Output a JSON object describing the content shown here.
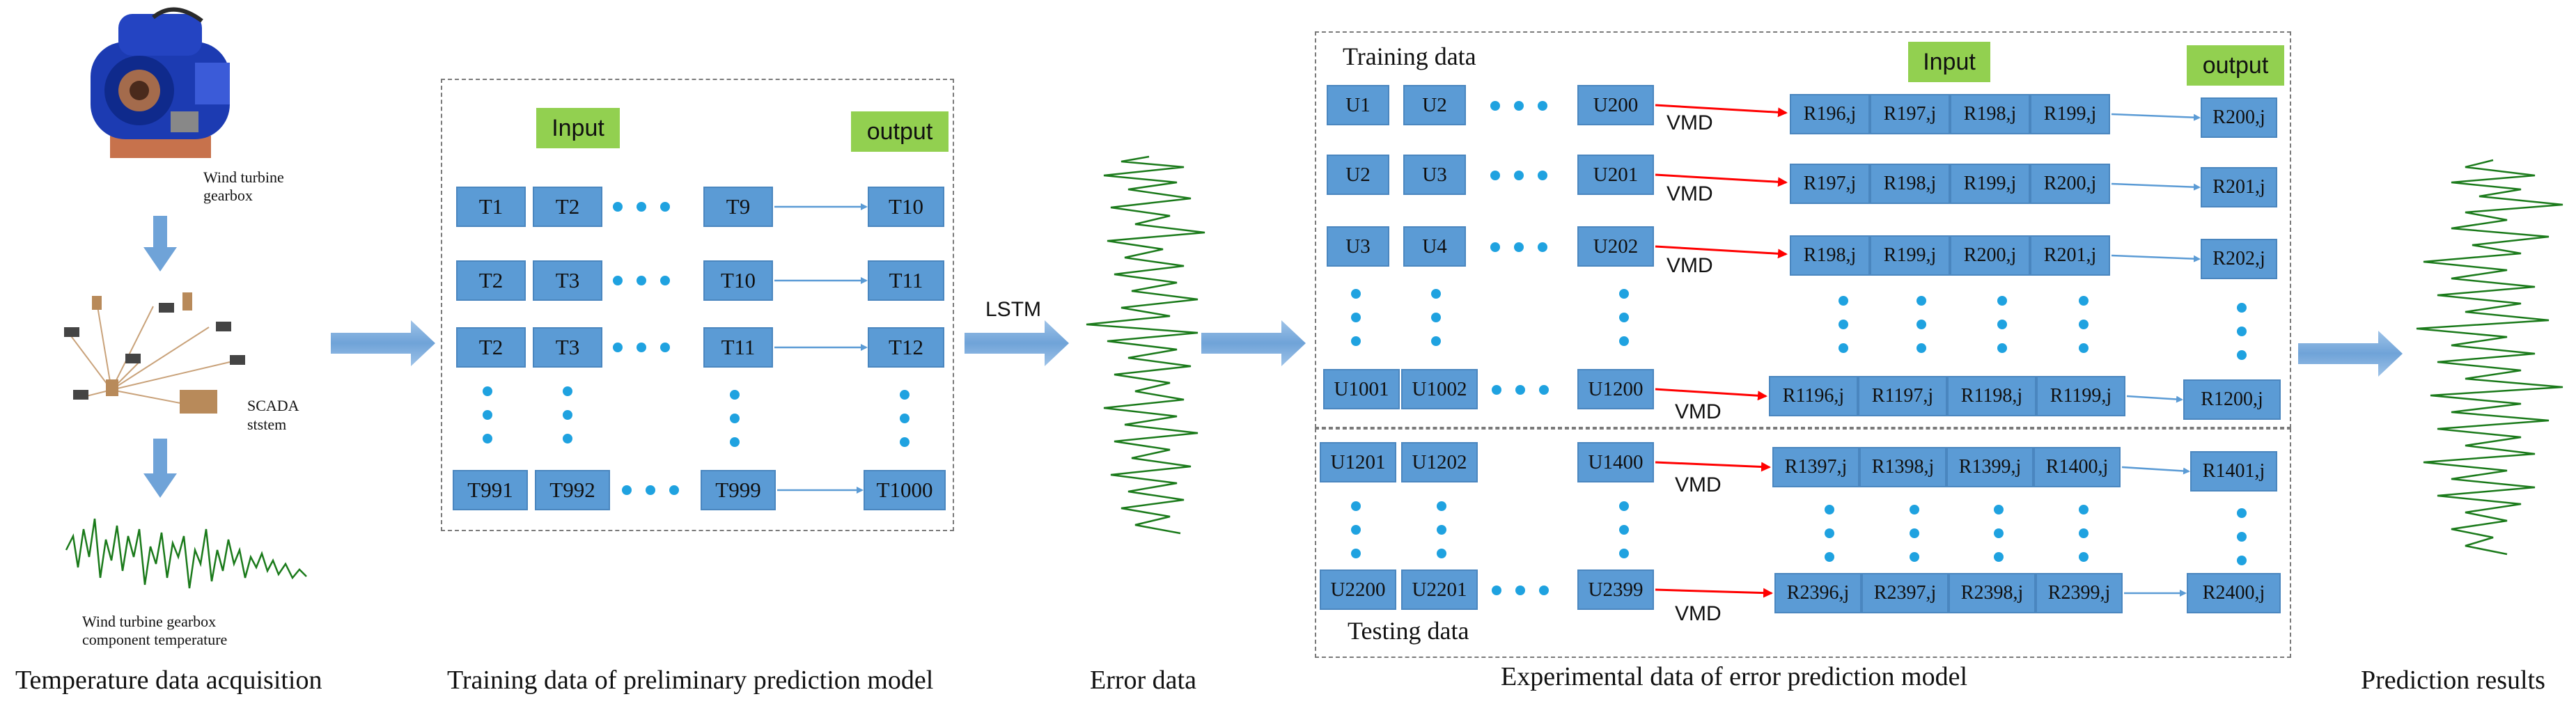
{
  "sections": {
    "temperature": "Temperature data acquisition",
    "training": "Training data of preliminary prediction model",
    "error": "Error data",
    "experimental": "Experimental data of error prediction model",
    "prediction": "Prediction results"
  },
  "acquisition": {
    "gearbox_label_1": "Wind turbine",
    "gearbox_label_2": "gearbox",
    "scada_label_1": "SCADA",
    "scada_label_2": "ststem",
    "temp_label_1": "Wind turbine gearbox",
    "temp_label_2": "component temperature"
  },
  "preliminary": {
    "input": "Input",
    "output": "output",
    "rows": [
      [
        "T1",
        "T2",
        "T9",
        "T10"
      ],
      [
        "T2",
        "T3",
        "T10",
        "T11"
      ],
      [
        "T2",
        "T3",
        "T11",
        "T12"
      ],
      [
        "T991",
        "T992",
        "T999",
        "T1000"
      ]
    ]
  },
  "lstm": "LSTM",
  "experimental": {
    "training_data": "Training data",
    "testing_data": "Testing data",
    "input": "Input",
    "output": "output",
    "vmd": "VMD",
    "u_rows": [
      [
        "U1",
        "U2",
        "U200"
      ],
      [
        "U2",
        "U3",
        "U201"
      ],
      [
        "U3",
        "U4",
        "U202"
      ],
      [
        "U1001",
        "U1002",
        "U1200"
      ],
      [
        "U1201",
        "U1202",
        "U1400"
      ],
      [
        "U2200",
        "U2201",
        "U2399"
      ]
    ],
    "r_rows": [
      [
        "R196,j",
        "R197,j",
        "R198,j",
        "R199,j",
        "R200,j"
      ],
      [
        "R197,j",
        "R198,j",
        "R199,j",
        "R200,j",
        "R201,j"
      ],
      [
        "R198,j",
        "R199,j",
        "R200,j",
        "R201,j",
        "R202,j"
      ],
      [
        "R1196,j",
        "R1197,j",
        "R1198,j",
        "R1199,j",
        "R1200,j"
      ],
      [
        "R1397,j",
        "R1398,j",
        "R1399,j",
        "R1400,j",
        "R1401,j"
      ],
      [
        "R2396,j",
        "R2397,j",
        "R2398,j",
        "R2399,j",
        "R2400,j"
      ]
    ]
  }
}
